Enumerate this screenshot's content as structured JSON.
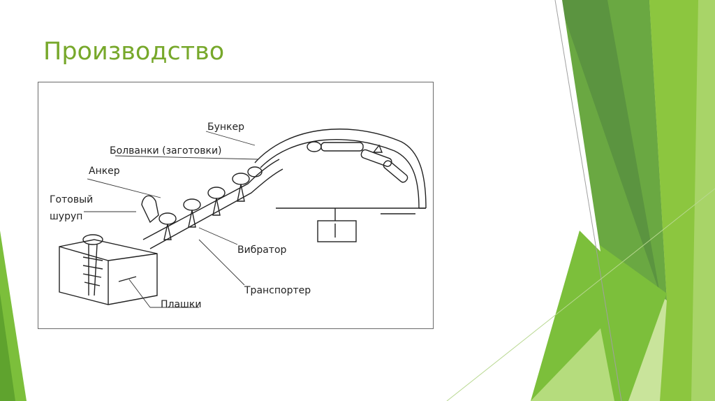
{
  "slide": {
    "title": "Производство"
  },
  "diagram": {
    "labels": {
      "bunker": "Бункер",
      "blanks": "Болванки (заготовки)",
      "anchor": "Анкер",
      "finished_line1": "Готовый",
      "finished_line2": "шуруп",
      "vibrator": "Вибратор",
      "transporter": "Транспортер",
      "dies": "Плашки"
    }
  },
  "theme": {
    "accent": "#77a82b",
    "greens": [
      "#5b9a34",
      "#8cc63f",
      "#a6d46a",
      "#c7e39a",
      "#6aa842"
    ]
  }
}
